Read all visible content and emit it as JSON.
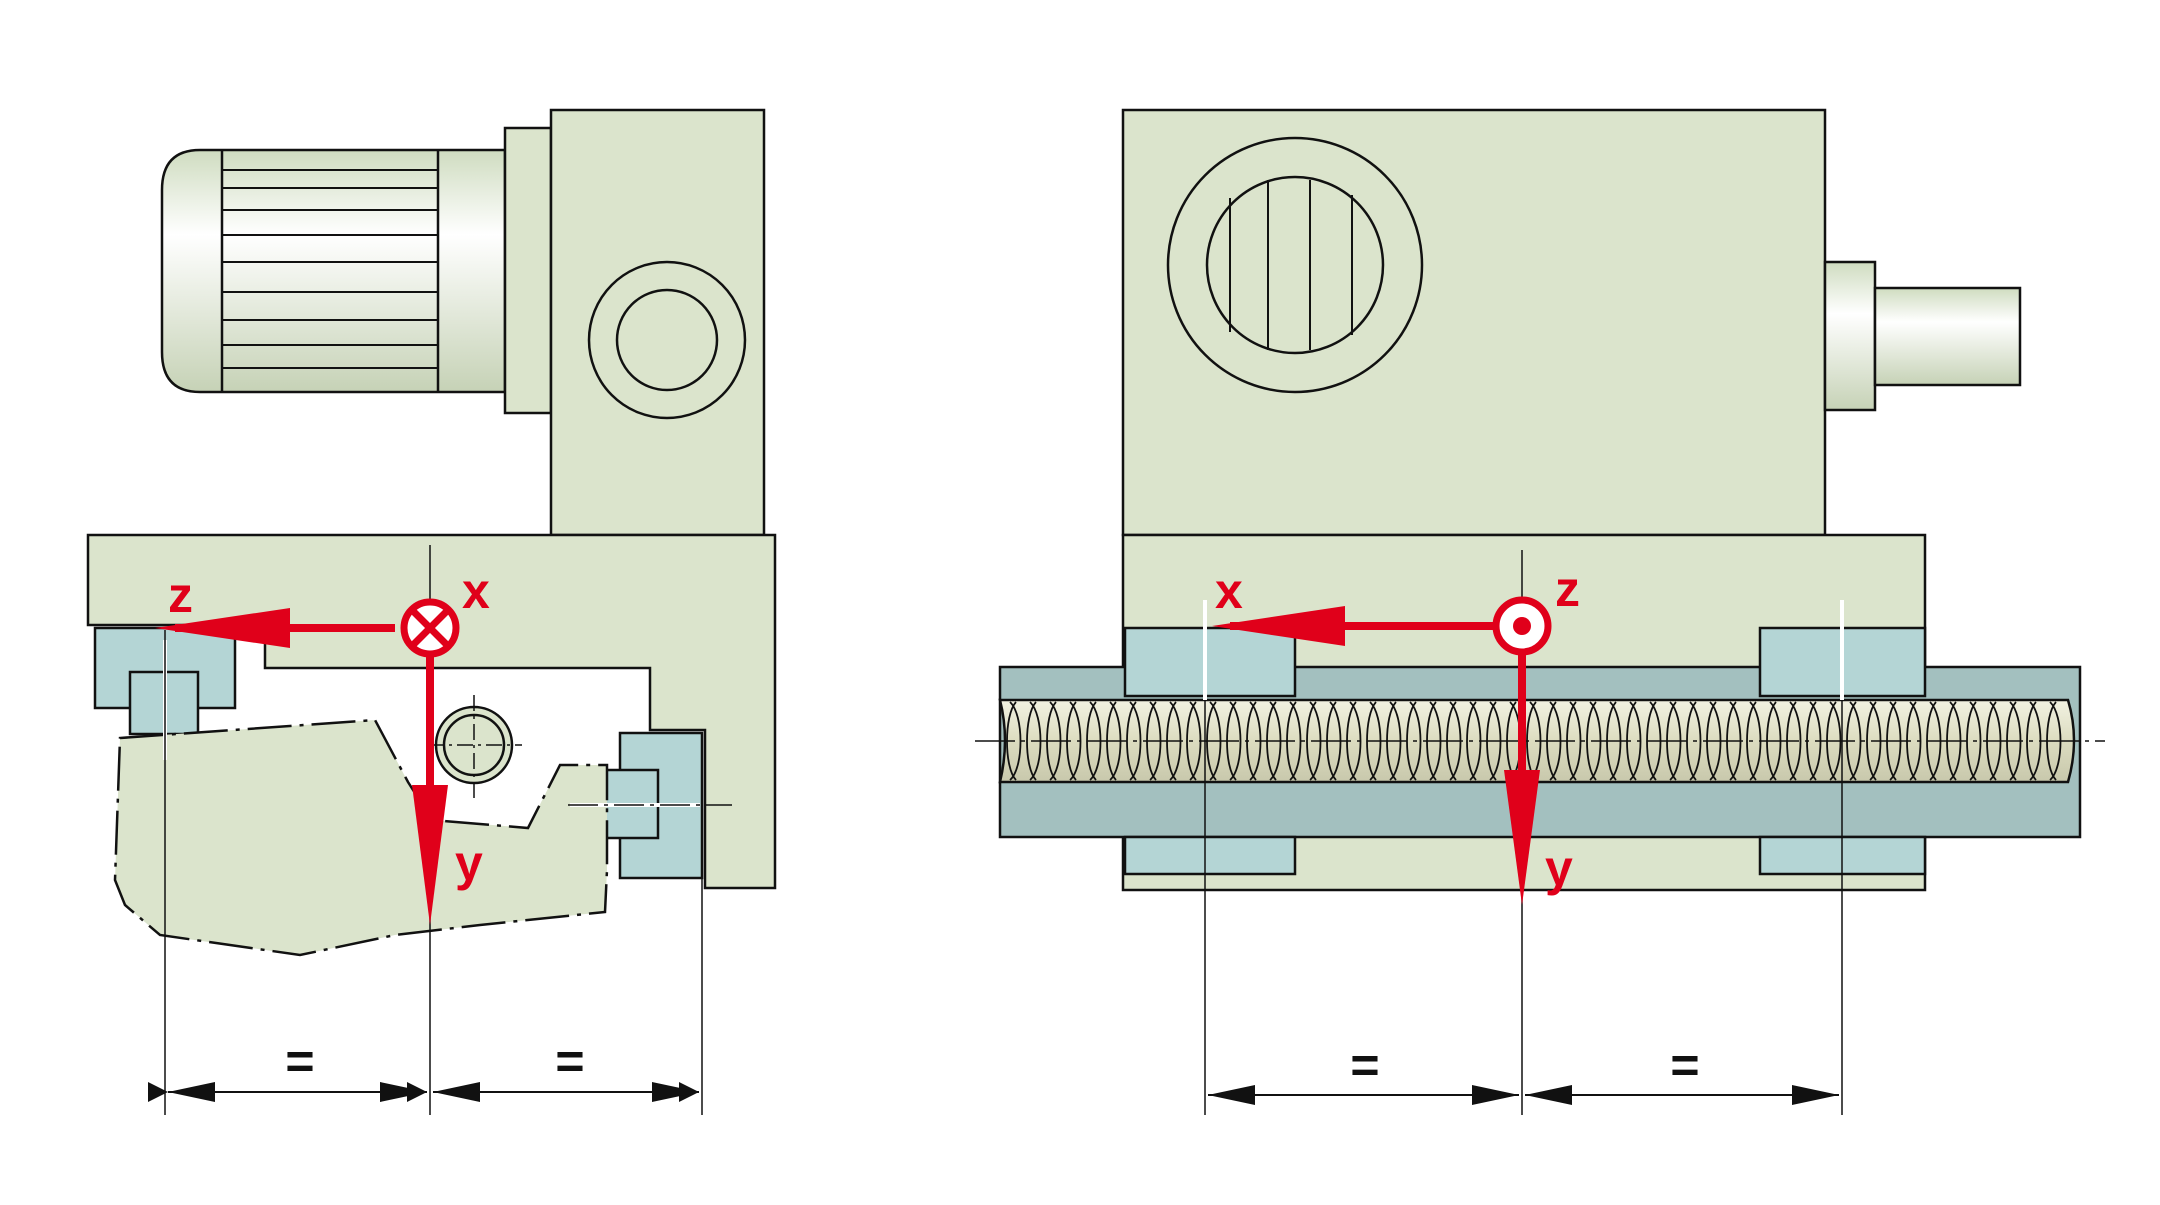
{
  "left_view": {
    "axes": {
      "z": "z",
      "x": "x",
      "y": "y"
    },
    "dimensions": [
      "=",
      "="
    ]
  },
  "right_view": {
    "axes": {
      "x": "x",
      "z": "z",
      "y": "y"
    },
    "dimensions": [
      "=",
      "="
    ]
  },
  "colors": {
    "body": "#dbe4cc",
    "rail": "#a3c0bf",
    "pad": "#b4d5d5",
    "screw": "#e6e8d0",
    "axis_red": "#e0001a",
    "outline": "#111111"
  }
}
